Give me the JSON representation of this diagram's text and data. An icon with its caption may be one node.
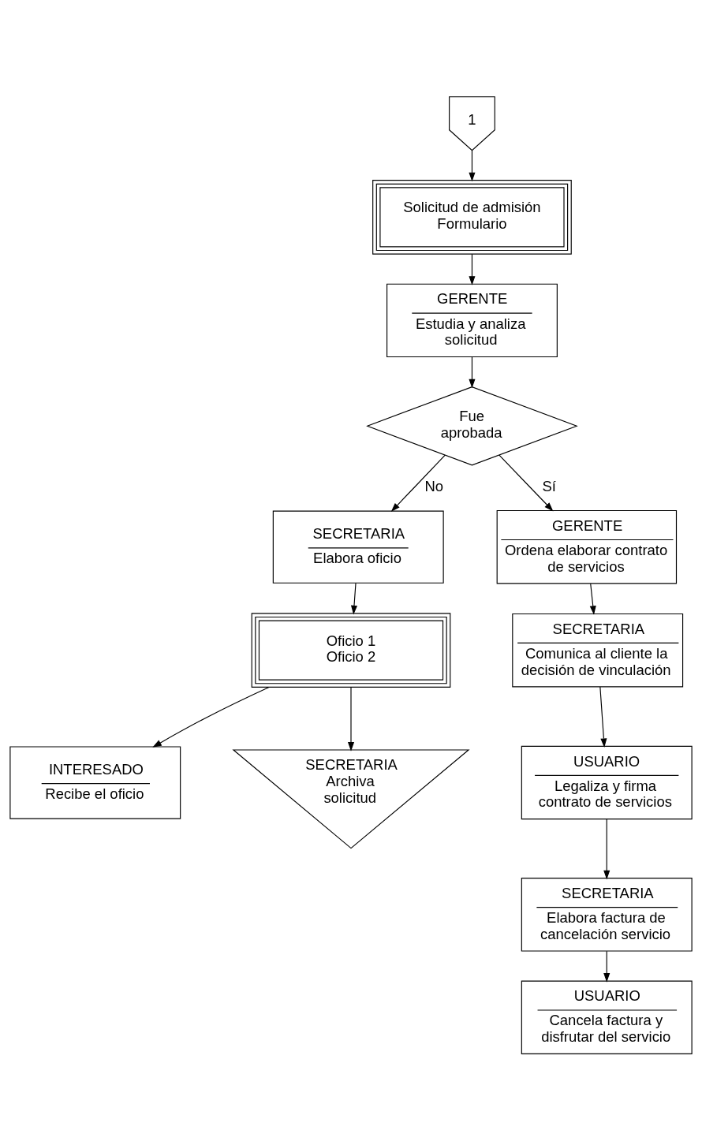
{
  "diagram": {
    "nodes": [
      {
        "text": [
          "1"
        ]
      },
      {
        "text": [
          "Solicitud de admisión",
          "Formulario"
        ]
      },
      {
        "text": [
          "GERENTE",
          "Estudia y analiza solicitud"
        ]
      },
      {
        "text": [
          "Fue aprobada"
        ]
      },
      {
        "text": [
          "SECRETARIA",
          "Elabora oficio"
        ]
      },
      {
        "text": [
          "Oficio 1",
          "Oficio 2"
        ]
      },
      {
        "text": [
          "INTERESADO",
          "Recibe el oficio"
        ]
      },
      {
        "text": [
          "SECRETARIA",
          "Archiva solicitud"
        ]
      },
      {
        "text": [
          "GERENTE",
          "Ordena elaborar contrato de servicios"
        ]
      },
      {
        "text": [
          "SECRETARIA",
          "Comunica al cliente la decisión de vinculación"
        ]
      },
      {
        "text": [
          "USUARIO",
          "Legaliza y firma contrato de servicios"
        ]
      },
      {
        "text": [
          "SECRETARIA",
          "Elabora factura de cancelación servicio"
        ]
      },
      {
        "text": [
          "USUARIO",
          "Cancela factura y disfrutar del servicio"
        ]
      }
    ],
    "edges": [
      {
        "from": 0,
        "to": 1,
        "arrow": "to"
      },
      {
        "from": 1,
        "to": 2,
        "arrow": "to"
      },
      {
        "from": 2,
        "to": 3,
        "arrow": "to"
      },
      {
        "from": 3,
        "to": 4,
        "arrow": "to",
        "label": "No"
      },
      {
        "from": 3,
        "to": 8,
        "arrow": "to",
        "label": "Sí"
      },
      {
        "from": 4,
        "to": 5,
        "arrow": "to"
      },
      {
        "from": 5,
        "to": 6,
        "arrow": "to"
      },
      {
        "from": 5,
        "to": 7,
        "arrow": "to"
      },
      {
        "from": 8,
        "to": 9,
        "arrow": "to"
      },
      {
        "from": 9,
        "to": 10,
        "arrow": "to"
      },
      {
        "from": 10,
        "to": 11,
        "arrow": "to"
      },
      {
        "from": 11,
        "to": 12,
        "arrow": "to"
      }
    ]
  }
}
